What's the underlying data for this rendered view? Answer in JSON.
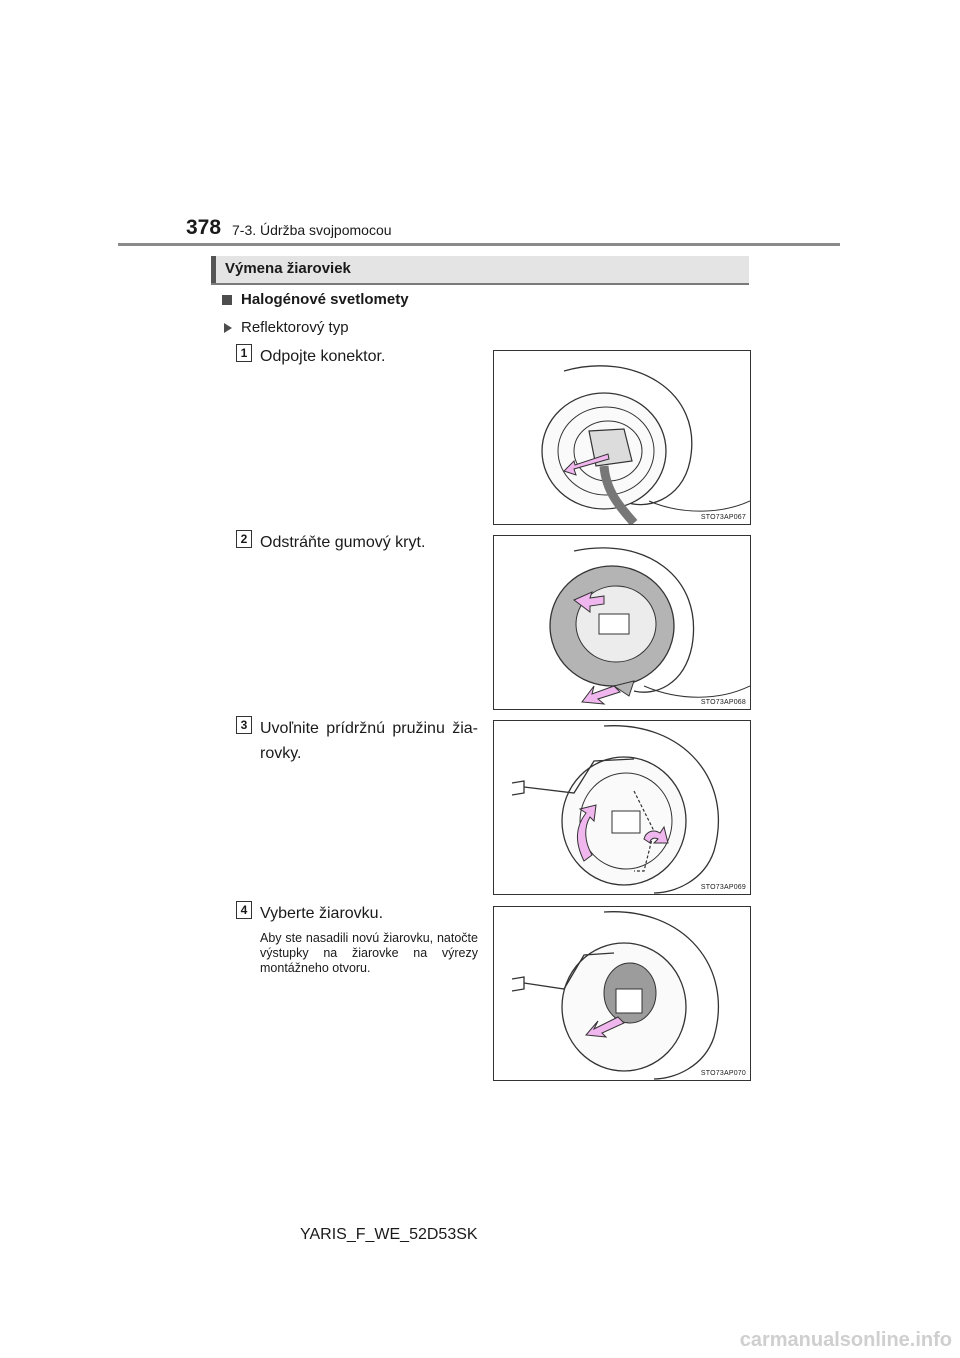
{
  "header": {
    "page_number": "378",
    "section": "7-3. Údržba svojpomocou"
  },
  "section_title": "Výmena žiaroviek",
  "subsection_title": "Halogénové svetlomety",
  "subheading": "Reflektorový typ",
  "steps": [
    {
      "number": "1",
      "text": "Odpojte konektor.",
      "figure_code": "STO73AP067"
    },
    {
      "number": "2",
      "text": "Odstráňte gumový kryt.",
      "figure_code": "STO73AP068"
    },
    {
      "number": "3",
      "text": "Uvoľnite prídržnú pružinu žia-rovky.",
      "figure_code": "STO73AP069"
    },
    {
      "number": "4",
      "text": "Vyberte žiarovku.",
      "note": "Aby ste nasadili novú žiarovku, natočte výstupky na žiarovke na výrezy montážneho otvoru.",
      "figure_code": "STO73AP070"
    }
  ],
  "footer": {
    "model_code": "YARIS_F_WE_52D53SK",
    "watermark": "carmanualsonline.info"
  },
  "colors": {
    "arrow_fill": "#f0b6ee",
    "rule": "#8a8a8a",
    "bar": "#e4e4e4"
  }
}
